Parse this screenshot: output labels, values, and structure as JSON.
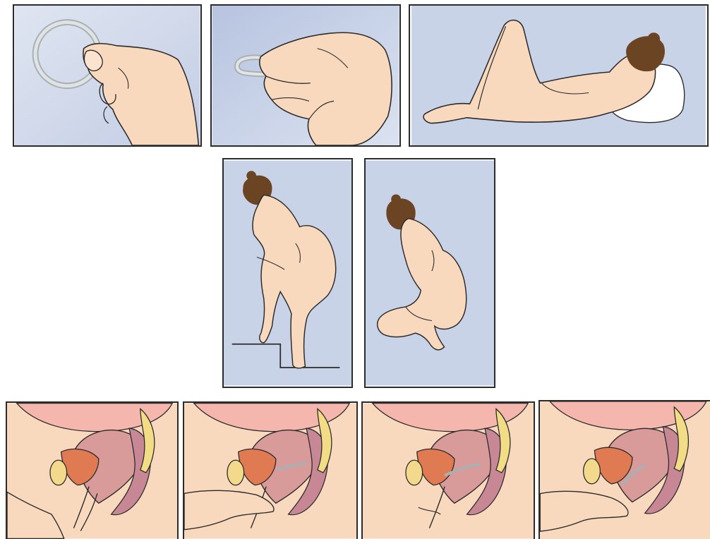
{
  "colors": {
    "background": "#ffffff",
    "panel_bg": "#c9d3e8",
    "panel_bg_light": "#dfe5f1",
    "skin": "#f8d9bd",
    "skin_shade": "#eebf9a",
    "outline": "#2b2b2b",
    "hair": "#6b4424",
    "ring": "#c9cfcf",
    "pillow": "#ffffff",
    "uterus_outer": "#d99a9a",
    "uterus_inner": "#e07a52",
    "bladder": "#f1c8b8",
    "bowel": "#c78794",
    "spine": "#f2dc86",
    "pubic_bone": "#f3d98b",
    "belly": "#f5b7ad"
  },
  "panels": [
    {
      "name": "hold-ring-panel",
      "icon": "hand-holding-ring-icon"
    },
    {
      "name": "pinch-ring-panel",
      "icon": "hand-squeezing-ring-icon"
    },
    {
      "name": "lying-position-panel",
      "icon": "woman-lying-knees-bent-icon"
    },
    {
      "name": "standing-leg-raised-panel",
      "icon": "woman-standing-leg-up-icon"
    },
    {
      "name": "squatting-position-panel",
      "icon": "woman-squatting-icon"
    },
    {
      "name": "insertion-step-1-panel",
      "icon": "pelvic-cross-section-icon"
    },
    {
      "name": "insertion-step-2-panel",
      "icon": "pelvic-cross-section-icon"
    },
    {
      "name": "insertion-step-3-panel",
      "icon": "pelvic-cross-section-icon"
    },
    {
      "name": "insertion-step-4-panel",
      "icon": "pelvic-cross-section-icon"
    }
  ]
}
